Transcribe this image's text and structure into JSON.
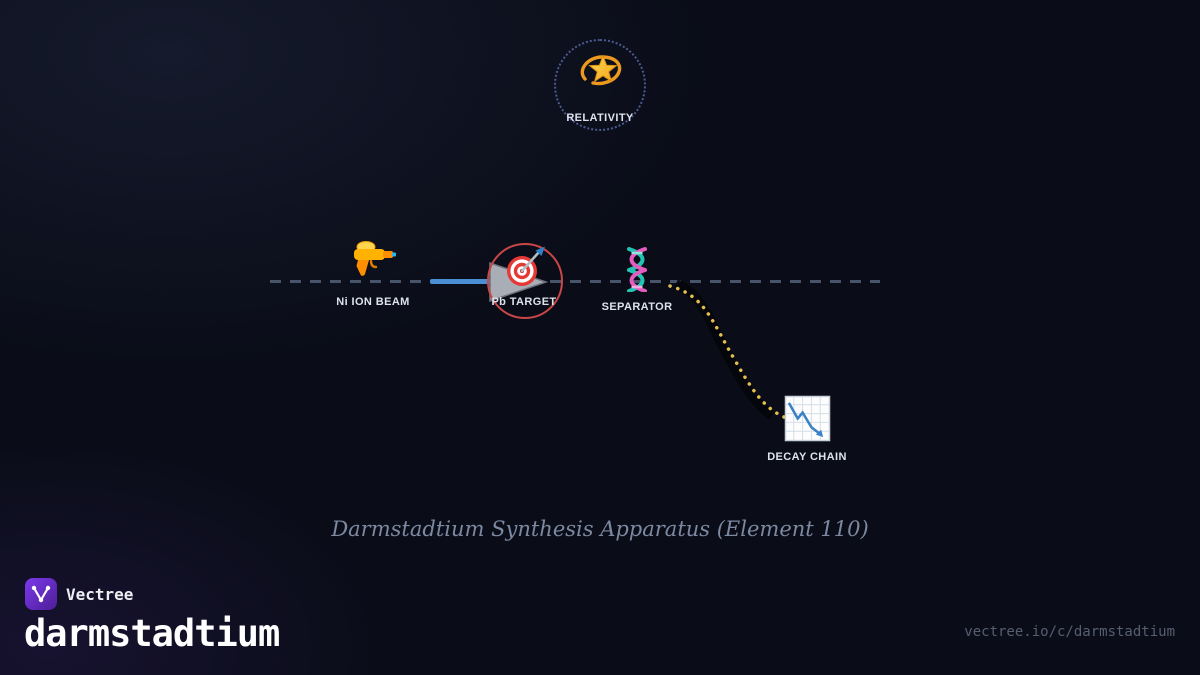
{
  "page": {
    "caption": "Darmstadtium Synthesis Apparatus (Element 110)"
  },
  "diagram": {
    "nodes": [
      {
        "id": "relativity",
        "label": "RELATIVITY",
        "icon": "dizzy-star-icon"
      },
      {
        "id": "ion-beam",
        "label": "Ni ION BEAM",
        "icon": "water-gun-icon"
      },
      {
        "id": "pb-target",
        "label": "Pb TARGET",
        "icon": "dart-target-icon"
      },
      {
        "id": "separator",
        "label": "SEPARATOR",
        "icon": "dna-icon"
      },
      {
        "id": "decay-chain",
        "label": "DECAY CHAIN",
        "icon": "chart-decreasing-icon"
      }
    ]
  },
  "footer": {
    "brand": "Vectree",
    "title": "darmstadtium",
    "url": "vectree.io/c/darmstadtium"
  },
  "colors": {
    "background": "#0a0d18",
    "beam_dash": "#475469",
    "beam_solid": "#4a8fd4",
    "target_ring": "#c94747",
    "relativity_ring": "#4b5a8f",
    "decay_path_gold": "#e3bf4f",
    "caption_text": "#7c89a1",
    "label_text": "#dde2ec",
    "url_text": "#565e72",
    "brand_purple": "#6d28d9"
  }
}
